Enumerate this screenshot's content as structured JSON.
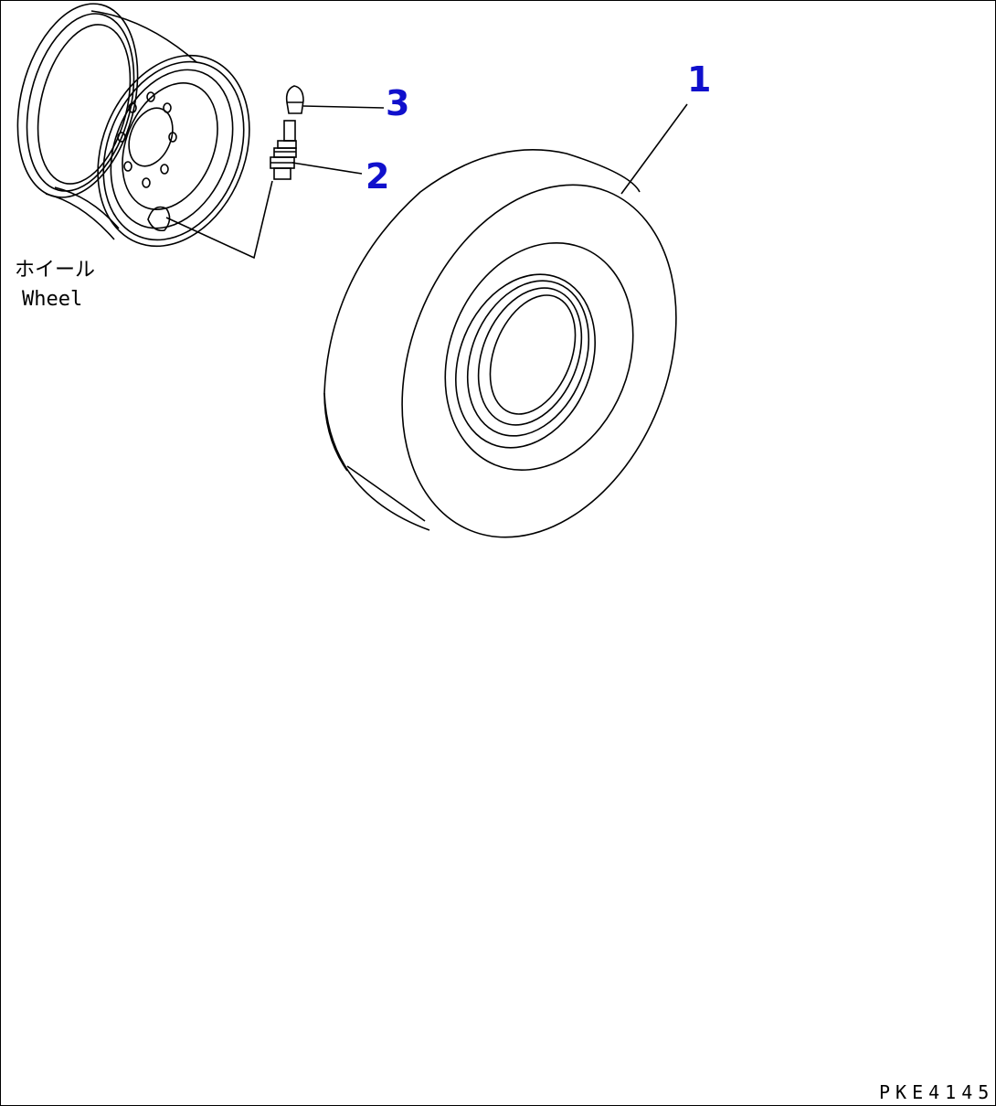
{
  "diagram": {
    "callouts": [
      {
        "id": "1",
        "label": "1"
      },
      {
        "id": "2",
        "label": "2"
      },
      {
        "id": "3",
        "label": "3"
      }
    ],
    "wheel_label_jp": "ホイール",
    "wheel_label_en": "Wheel",
    "drawing_code": "PKE4145",
    "colors": {
      "callout": "#1010cc",
      "line": "#000000",
      "background": "#ffffff"
    }
  }
}
